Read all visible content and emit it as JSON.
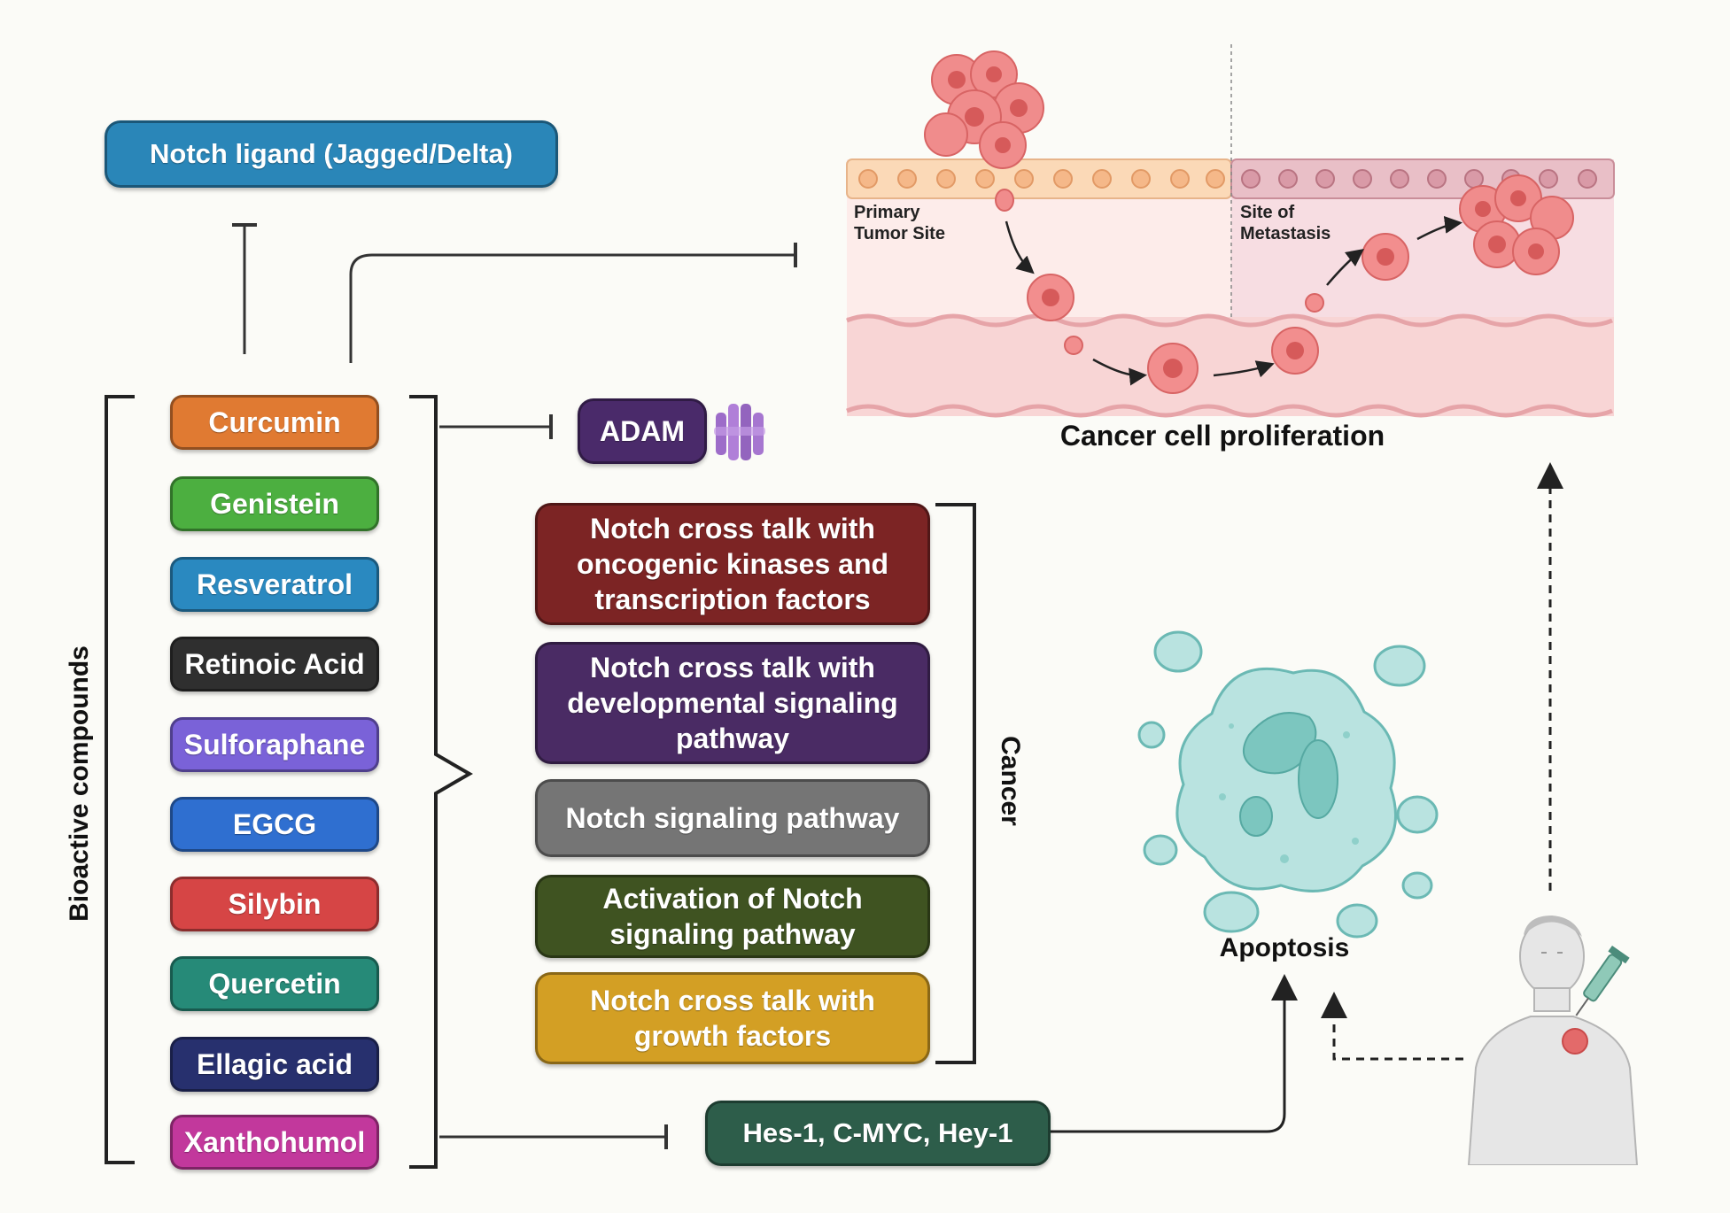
{
  "ligand": {
    "label": "Notch ligand (Jagged/Delta)"
  },
  "bioactive_label": "Bioactive compounds",
  "compounds": [
    {
      "label": "Curcumin",
      "color": "#e07a32"
    },
    {
      "label": "Genistein",
      "color": "#4caf40"
    },
    {
      "label": "Resveratrol",
      "color": "#2a89c0"
    },
    {
      "label": "Retinoic Acid",
      "color": "#2f2f2f"
    },
    {
      "label": "Sulforaphane",
      "color": "#7a62d8"
    },
    {
      "label": "EGCG",
      "color": "#2f6fd0"
    },
    {
      "label": "Silybin",
      "color": "#d64545"
    },
    {
      "label": "Quercetin",
      "color": "#268a78"
    },
    {
      "label": "Ellagic acid",
      "color": "#27306e"
    },
    {
      "label": "Xanthohumol",
      "color": "#c2389c"
    }
  ],
  "adam": {
    "label": "ADAM",
    "color": "#4a2a6a"
  },
  "cancer_boxes": [
    {
      "label": "Notch cross talk with oncogenic kinases and transcription factors",
      "color": "#7c2424"
    },
    {
      "label": "Notch cross talk with developmental signaling pathway",
      "color": "#4a2b64"
    },
    {
      "label": "Notch signaling pathway",
      "color": "#757575"
    },
    {
      "label": "Activation of Notch signaling pathway",
      "color": "#3f5321"
    },
    {
      "label": "Notch cross talk with growth factors",
      "color": "#d39f24"
    }
  ],
  "cancer_label": "Cancer",
  "hes": {
    "label": "Hes-1, C-MYC, Hey-1",
    "color": "#2d5d4a"
  },
  "proliferation": {
    "title": "Cancer cell proliferation",
    "primary_site": "Primary\nTumor Site",
    "metastasis_site": "Site of\nMetastasis"
  },
  "apoptosis_label": "Apoptosis"
}
